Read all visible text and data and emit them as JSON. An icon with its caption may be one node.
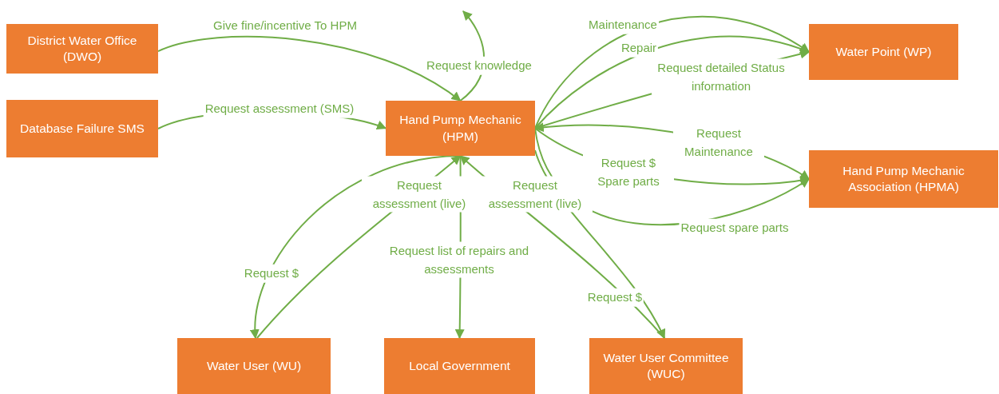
{
  "diagram": {
    "nodes": [
      {
        "text": [
          "District Water Office (DWO)"
        ]
      },
      {
        "text": [
          "Database Failure SMS"
        ]
      },
      {
        "text": [
          "Hand Pump Mechanic (HPM)"
        ]
      },
      {
        "text": [
          "Water Point (WP)"
        ]
      },
      {
        "text": [
          "Hand Pump Mechanic Association (HPMA)"
        ]
      },
      {
        "text": [
          "Water User (WU)"
        ]
      },
      {
        "text": [
          "Local Government"
        ]
      },
      {
        "text": [
          "Water User Committee (WUC)"
        ]
      }
    ],
    "edges": [
      {
        "from": 0,
        "to": 2,
        "arrow": "to",
        "label": "Give fine/incentive To HPM"
      },
      {
        "from": 1,
        "to": 2,
        "arrow": "to",
        "label": "Request assessment (SMS)"
      },
      {
        "from": 2,
        "to": null,
        "arrow": "to",
        "label": "Request knowledge"
      },
      {
        "from": 2,
        "to": 3,
        "arrow": "to",
        "label": "Maintenance"
      },
      {
        "from": 2,
        "to": 3,
        "arrow": "to",
        "label": "Repair"
      },
      {
        "from": 2,
        "to": 3,
        "arrow": "to",
        "label": "Request detailed Status information"
      },
      {
        "from": 2,
        "to": 4,
        "arrow": "both",
        "label": "Request Maintenance"
      },
      {
        "from": 2,
        "to": 4,
        "arrow": "to",
        "label": "Request $ Spare parts"
      },
      {
        "from": 2,
        "to": 4,
        "arrow": "to",
        "label": "Request spare parts"
      },
      {
        "from": 2,
        "to": 5,
        "arrow": "to",
        "label": "Request $"
      },
      {
        "from": 5,
        "to": 2,
        "arrow": "to",
        "label": "Request assessment (live)"
      },
      {
        "from": 2,
        "to": 6,
        "arrow": "to",
        "label": "Request list of repairs and assessments"
      },
      {
        "from": 7,
        "to": 2,
        "arrow": "to",
        "label": "Request assessment (live)"
      },
      {
        "from": 2,
        "to": 7,
        "arrow": "to",
        "label": "Request $"
      }
    ]
  }
}
